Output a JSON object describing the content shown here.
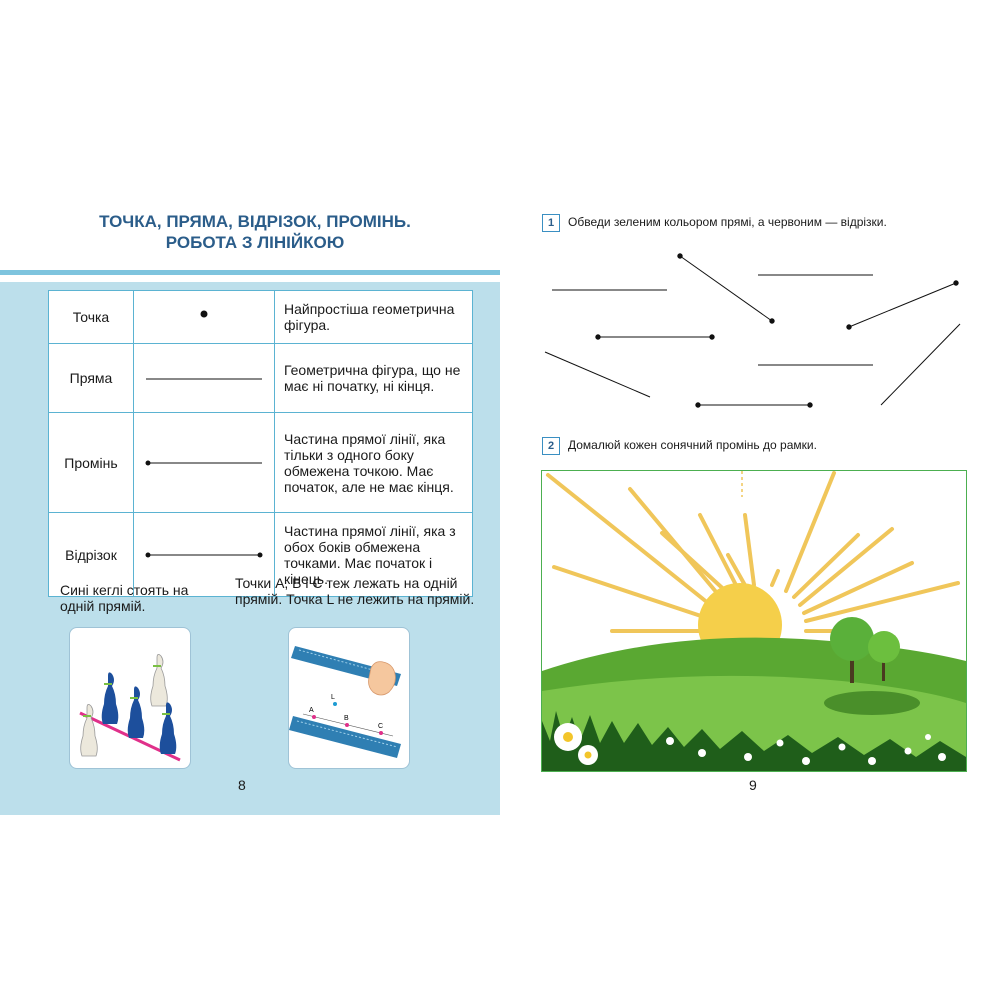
{
  "left_page": {
    "title_line1": "ТОЧКА, ПРЯМА, ВІДРІЗОК, ПРОМІНЬ.",
    "title_line2": "РОБОТА З ЛІНІЙКОЮ",
    "table": [
      {
        "term": "Точка",
        "description": "Найпростіша геометрична фігура."
      },
      {
        "term": "Пряма",
        "description": "Геометрична фігура, що не має ні початку, ні кінця."
      },
      {
        "term": "Промінь",
        "description": "Частина прямої лінії, яка тільки з одного боку обмежена точкою. Має початок, але не має кінця."
      },
      {
        "term": "Відрізок",
        "description": "Частина прямої лінії, яка з обох боків обмежена точками. Має початок і кінець."
      }
    ],
    "caption_pins": "Сині кеглі стоять на одній прямій.",
    "caption_points": "Точки А, В і С теж лежать на одній прямій. Точка L не лежить на прямій.",
    "point_labels": [
      "L",
      "A",
      "B",
      "C"
    ],
    "page_number": "8"
  },
  "right_page": {
    "task1": {
      "number": "1",
      "text": "Обведи зеленим кольором прямі, а червоним — відрізки."
    },
    "task2": {
      "number": "2",
      "text": "Домалюй кожен сонячний промінь до рамки."
    },
    "page_number": "9"
  },
  "colors": {
    "title": "#2b5d8a",
    "accent_bg": "#bcdfeb",
    "table_border": "#5bb3d2",
    "sun": "#f5cf4a",
    "ray": "#f0c65a",
    "hill": "#6cbf3e",
    "frame": "#4caf50"
  }
}
